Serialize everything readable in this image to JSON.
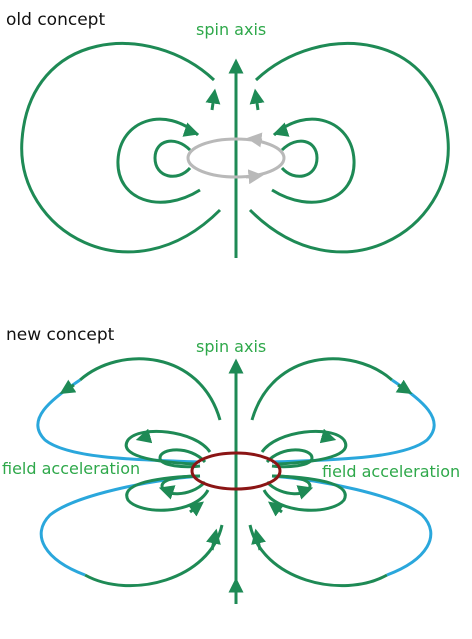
{
  "panels": {
    "top": {
      "title": "old concept",
      "axis_label": "spin axis"
    },
    "bottom": {
      "title": "new concept",
      "axis_label": "spin axis",
      "left_label": "field acceleration",
      "right_label": "field acceleration"
    }
  },
  "colors": {
    "field_line": "#1e8a55",
    "outer_field_line": "#2aa7dc",
    "old_ring": "#b9b9b9",
    "new_ring": "#8b1515",
    "label_green": "#2ea84a",
    "title_text": "#111111"
  }
}
